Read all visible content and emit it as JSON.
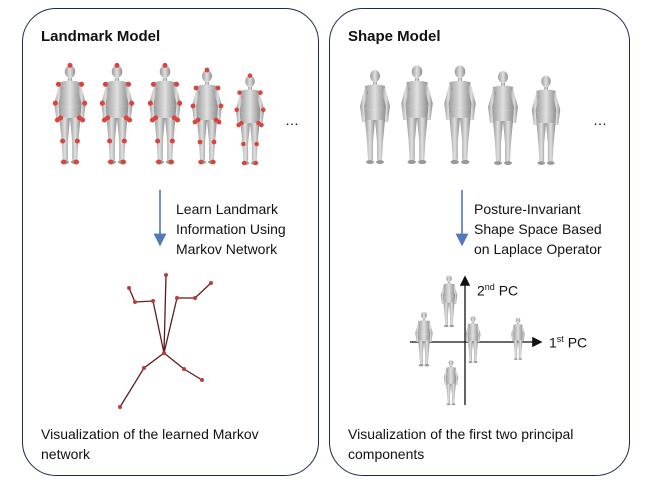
{
  "left_panel": {
    "title": "Landmark Model",
    "step": "Learn Landmark\nInformation Using\nMarkov Network",
    "caption": "Visualization of the learned Markov network",
    "ellipsis": "…"
  },
  "right_panel": {
    "title": "Shape Model",
    "step": "Posture-Invariant\nShape Space Based\non Laplace Operator",
    "caption": "Visualization of the first two principal components",
    "ellipsis": "…",
    "axis_y_num": "2",
    "axis_y_sup": "nd",
    "axis_y_suffix": " PC",
    "axis_x_num": "1",
    "axis_x_sup": "st",
    "axis_x_suffix": " PC"
  },
  "colors": {
    "border": "#1c2a4a",
    "arrow": "#4f79b8",
    "landmark": "#d9453c",
    "network_edge": "#5a1d1d",
    "body": "#c9c9c9"
  }
}
